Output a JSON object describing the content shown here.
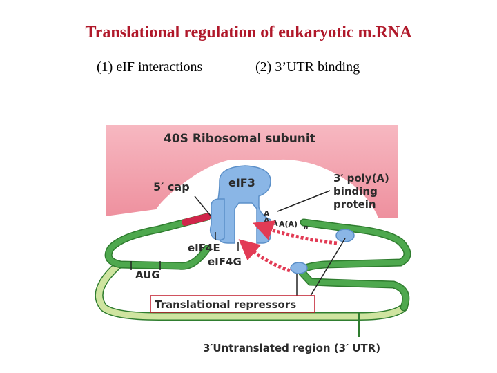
{
  "title": "Translational regulation of eukaryotic m.RNA",
  "subtitles": [
    "(1) eIF interactions",
    "(2) 3’UTR binding"
  ],
  "diagram": {
    "ribosome_label": "40S Ribosomal subunit",
    "eif3": "eIF3",
    "cap": "5′ cap",
    "poly_a_protein": "3′ poly(A) binding protein",
    "poly_a_1": "A",
    "poly_a_2": "A",
    "poly_a_3": "A",
    "poly_a_4": "A",
    "poly_a_tail": "A(A)",
    "poly_a_n": "n",
    "eif4e": "eIF4E",
    "eif4g": "eIF4G",
    "aug": "AUG",
    "repressors": "Translational repressors",
    "utr": "3′Untranslated region (3′ UTR)",
    "colors": {
      "ribosome": "#f0a0ab",
      "mrna_dark": "#3f9a3f",
      "mrna_light": "#cfe4a0",
      "protein_blue": "#8ab6e6",
      "cap_red": "#d0254a",
      "arrow_red": "#e23b55",
      "box_red": "#c0182a"
    }
  }
}
